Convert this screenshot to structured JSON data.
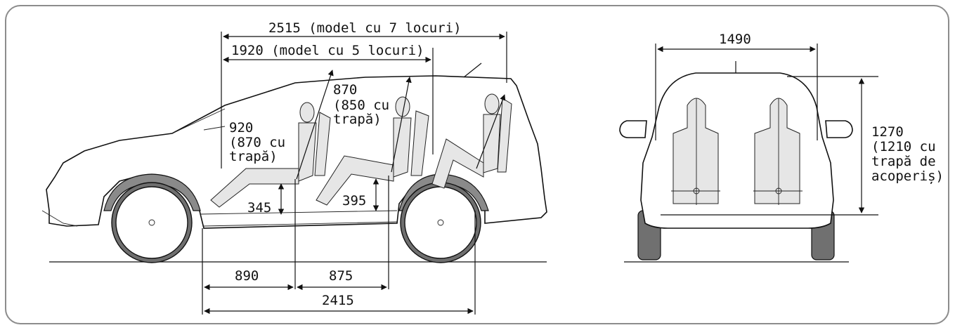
{
  "side_view": {
    "len_7_seats": "2515 (model cu 7 locuri)",
    "len_5_seats": "1920 (model cu 5 locuri)",
    "headroom_front": [
      "920",
      "(870 cu",
      "trapă)"
    ],
    "headroom_rear": [
      "870",
      "(850 cu",
      "trapă)"
    ],
    "seat_height_front": "345",
    "seat_height_rear": "395",
    "seat_front_to_second": "890",
    "seat_second_to_third": "875",
    "wheelbase": "2415"
  },
  "rear_view": {
    "width": "1490",
    "height": [
      "1270",
      "(1210 cu",
      "trapă de",
      "acoperiș)"
    ]
  }
}
